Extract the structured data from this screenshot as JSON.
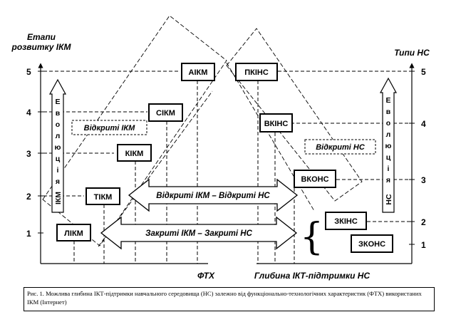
{
  "axes": {
    "left_title_line1": "Етапи",
    "left_title_line2": "розвитку ІКМ",
    "right_title": "Типи НС",
    "x_label_left": "ФТХ",
    "x_label_right": "Глибина ІКТ-підтримки НС",
    "left_ticks": [
      "1",
      "2",
      "3",
      "4",
      "5"
    ],
    "right_ticks": [
      "1",
      "2",
      "3",
      "4",
      "5"
    ]
  },
  "evolution_left": [
    "Е",
    "в",
    "о",
    "л",
    "ю",
    "ц",
    "і",
    "я",
    "ІКМ"
  ],
  "evolution_right": [
    "Е",
    "в",
    "о",
    "л",
    "ю",
    "ц",
    "і",
    "я",
    "НС"
  ],
  "ikm_boxes": [
    "ЛІКМ",
    "ТІКМ",
    "КІКМ",
    "СІКМ",
    "АІКМ"
  ],
  "ns_boxes": [
    "ПКІНС",
    "ВКІНС",
    "ВКОНС",
    "ЗКІНС",
    "ЗКОНС"
  ],
  "labels": {
    "open_ikm": "Відкриті ІКМ",
    "open_ns": "Відкриті НС",
    "open_both": "Відкриті ІКМ – Відкриті НС",
    "closed_both": "Закриті ІКМ – Закриті НС",
    "brace": "{"
  },
  "caption": "Рис. 1. Можлива глибина ІКТ-підтримки навчального середовища (НС) залежно від функціонально-технологічних характеристик (ФТХ) використаних ІКМ (Інтернет)"
}
